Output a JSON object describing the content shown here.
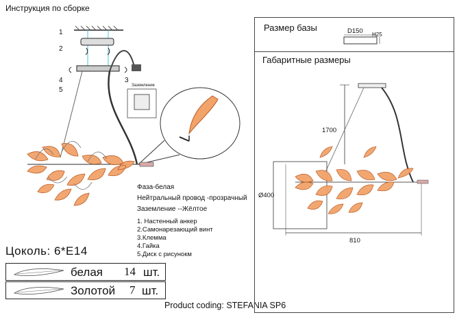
{
  "title": "Инструкция по сборке",
  "callouts": [
    "1",
    "2",
    "3",
    "4",
    "5"
  ],
  "grounding_label": "Заземление",
  "wiring": [
    "Фаза-белая",
    "Нейтральный провод -прозрачный",
    "Заземление --Жёлтое"
  ],
  "parts": [
    "1. Настенный анкер",
    "2.Самонарезающий винт",
    "3.Клемма",
    "4.Гайка",
    "5.Диск с рисунокм"
  ],
  "socket": "Цоколь:  6*E14",
  "variants": [
    {
      "name": "белая",
      "qty": "14",
      "unit": "шт."
    },
    {
      "name": "Золотой",
      "qty": "7",
      "unit": "шт."
    }
  ],
  "product_coding": "Product coding: STEFANIA SP6",
  "base_size": {
    "title": "Размер базы",
    "diameter": "D150",
    "height": "H25"
  },
  "overall": {
    "title": "Габаритные размеры",
    "height": "1700",
    "diameter": "Ø400",
    "length": "810"
  },
  "colors": {
    "leaf_fill": "#f2a36a",
    "leaf_edge": "#b8571f",
    "line": "#333333",
    "guide": "#4cc3e0"
  }
}
